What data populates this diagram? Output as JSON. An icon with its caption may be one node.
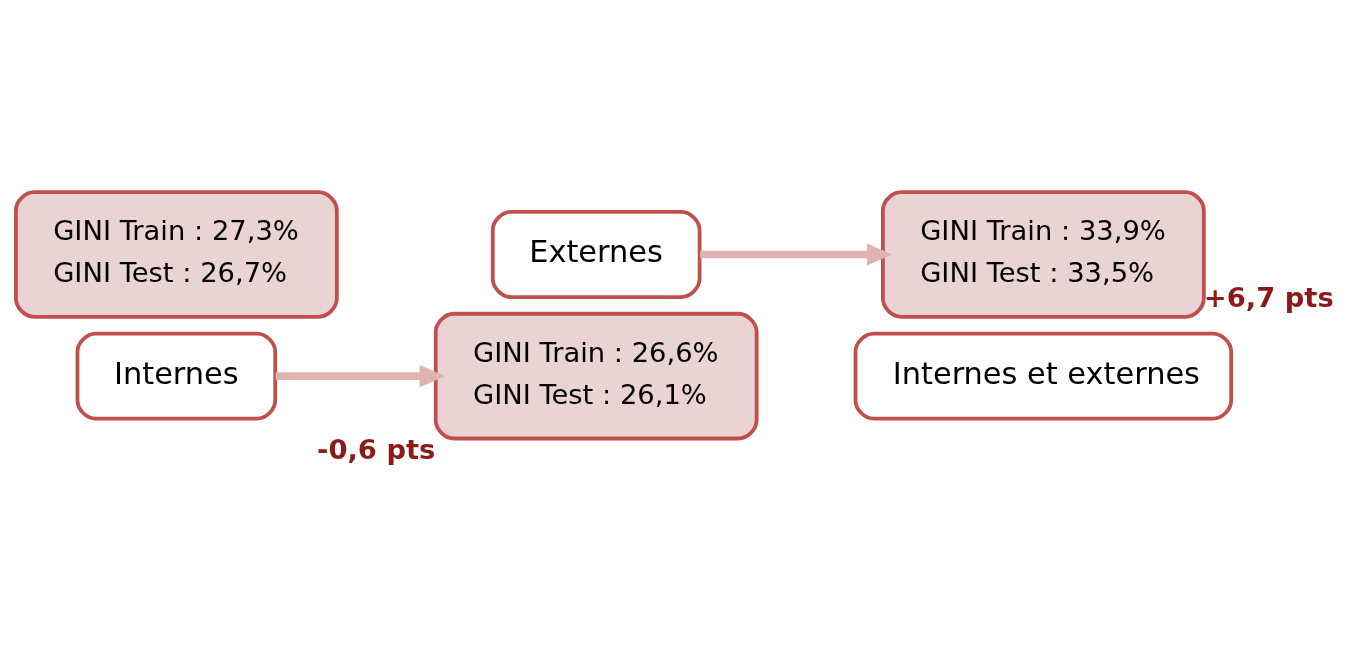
{
  "diagram": {
    "nodes": [
      {
        "text": [
          "GINI Train : 27,3%",
          "GINI Test : 26,7%"
        ]
      },
      {
        "text": [
          "Internes"
        ]
      },
      {
        "text": [
          "GINI Train : 26,6%",
          "GINI Test : 26,1%"
        ],
        "beside": [
          "-0,6 pts"
        ]
      },
      {
        "text": [
          "Externes"
        ]
      },
      {
        "text": [
          "GINI Train : 33,9%",
          "GINI Test : 33,5%"
        ],
        "beside": [
          "+6,7 pts"
        ]
      },
      {
        "text": [
          "Internes et externes"
        ]
      }
    ],
    "edges": [
      {
        "from": 1,
        "to": 2,
        "arrow": "to"
      },
      {
        "from": 3,
        "to": 4,
        "arrow": "to"
      }
    ]
  }
}
